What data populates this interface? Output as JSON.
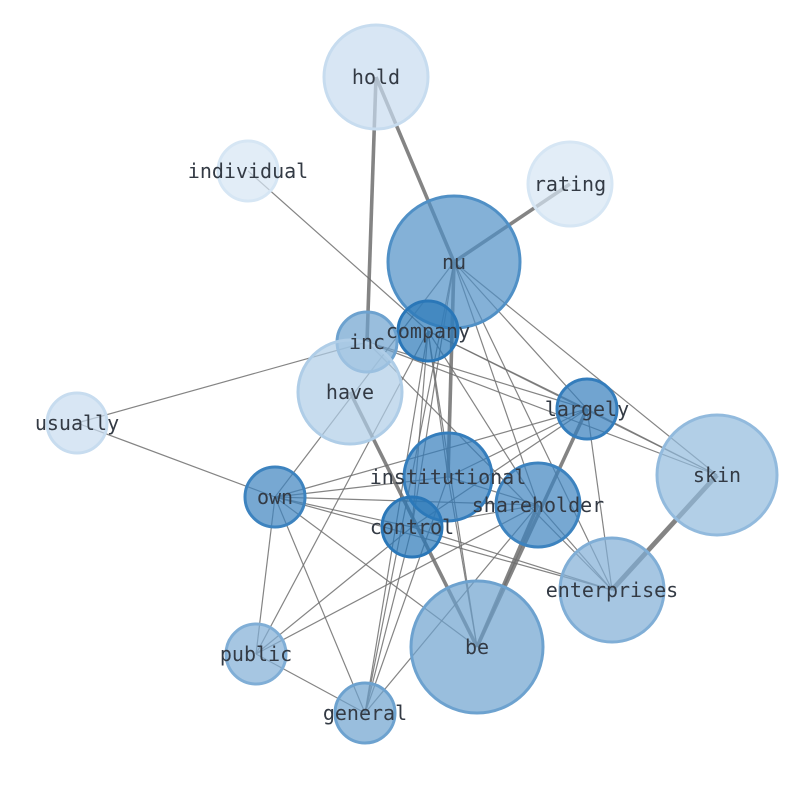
{
  "nodes": [
    {
      "id": "hold",
      "label": "hold",
      "weight": 0.12,
      "size": 3
    },
    {
      "id": "individual",
      "label": "individual",
      "weight": 0.04,
      "size": 1
    },
    {
      "id": "rating",
      "label": "rating",
      "weight": 0.04,
      "size": 2
    },
    {
      "id": "nu",
      "label": "nu",
      "weight": 0.75,
      "size": 5
    },
    {
      "id": "company",
      "label": "company",
      "weight": 0.95,
      "size": 1
    },
    {
      "id": "inc",
      "label": "inc",
      "weight": 0.6,
      "size": 1
    },
    {
      "id": "have",
      "label": "have",
      "weight": 0.25,
      "size": 3
    },
    {
      "id": "usually",
      "label": "usually",
      "weight": 0.12,
      "size": 1
    },
    {
      "id": "largely",
      "label": "largely",
      "weight": 0.9,
      "size": 1
    },
    {
      "id": "skin",
      "label": "skin",
      "weight": 0.4,
      "size": 4
    },
    {
      "id": "institutional",
      "label": "institutional",
      "weight": 0.9,
      "size": 2.5
    },
    {
      "id": "own",
      "label": "own",
      "weight": 0.85,
      "size": 1
    },
    {
      "id": "shareholder",
      "label": "shareholder",
      "weight": 0.85,
      "size": 2.5
    },
    {
      "id": "control",
      "label": "control",
      "weight": 0.95,
      "size": 1
    },
    {
      "id": "enterprises",
      "label": "enterprises",
      "weight": 0.5,
      "size": 3
    },
    {
      "id": "public",
      "label": "public",
      "weight": 0.5,
      "size": 1
    },
    {
      "id": "be",
      "label": "be",
      "weight": 0.6,
      "size": 5
    },
    {
      "id": "general",
      "label": "general",
      "weight": 0.6,
      "size": 1
    }
  ],
  "edges": [
    [
      "hold",
      "nu",
      3
    ],
    [
      "hold",
      "inc",
      3
    ],
    [
      "rating",
      "nu",
      3
    ],
    [
      "individual",
      "company",
      1
    ],
    [
      "nu",
      "institutional",
      3
    ],
    [
      "have",
      "be",
      3
    ],
    [
      "shareholder",
      "be",
      3
    ],
    [
      "largely",
      "be",
      3
    ],
    [
      "skin",
      "enterprises",
      4
    ],
    [
      "nu",
      "largely",
      1
    ],
    [
      "nu",
      "skin",
      1
    ],
    [
      "nu",
      "shareholder",
      1
    ],
    [
      "nu",
      "enterprises",
      1
    ],
    [
      "nu",
      "control",
      1
    ],
    [
      "nu",
      "general",
      1
    ],
    [
      "nu",
      "own",
      1
    ],
    [
      "company",
      "largely",
      1
    ],
    [
      "company",
      "skin",
      1
    ],
    [
      "company",
      "institutional",
      1
    ],
    [
      "company",
      "control",
      1
    ],
    [
      "company",
      "general",
      1
    ],
    [
      "company",
      "public",
      1
    ],
    [
      "company",
      "shareholder",
      1
    ],
    [
      "company",
      "be",
      1
    ],
    [
      "inc",
      "usually",
      1
    ],
    [
      "inc",
      "largely",
      1
    ],
    [
      "inc",
      "skin",
      1
    ],
    [
      "inc",
      "enterprises",
      1
    ],
    [
      "usually",
      "own",
      1
    ],
    [
      "own",
      "largely",
      1
    ],
    [
      "own",
      "institutional",
      1
    ],
    [
      "own",
      "shareholder",
      1
    ],
    [
      "own",
      "control",
      1
    ],
    [
      "own",
      "enterprises",
      1
    ],
    [
      "own",
      "be",
      1
    ],
    [
      "own",
      "public",
      1
    ],
    [
      "own",
      "general",
      1
    ],
    [
      "largely",
      "institutional",
      1
    ],
    [
      "largely",
      "control",
      1
    ],
    [
      "largely",
      "enterprises",
      1
    ],
    [
      "largely",
      "skin",
      1
    ],
    [
      "shareholder",
      "control",
      1
    ],
    [
      "shareholder",
      "public",
      1
    ],
    [
      "shareholder",
      "general",
      1
    ],
    [
      "shareholder",
      "enterprises",
      1
    ],
    [
      "shareholder",
      "institutional",
      1
    ],
    [
      "control",
      "public",
      1
    ],
    [
      "control",
      "general",
      1
    ],
    [
      "control",
      "enterprises",
      1
    ],
    [
      "institutional",
      "be",
      1
    ],
    [
      "institutional",
      "general",
      1
    ],
    [
      "public",
      "general",
      1
    ]
  ],
  "colors": {
    "edge": "#6e6e6e",
    "node_dark": "#2171b5",
    "node_light": "#deebf7"
  }
}
